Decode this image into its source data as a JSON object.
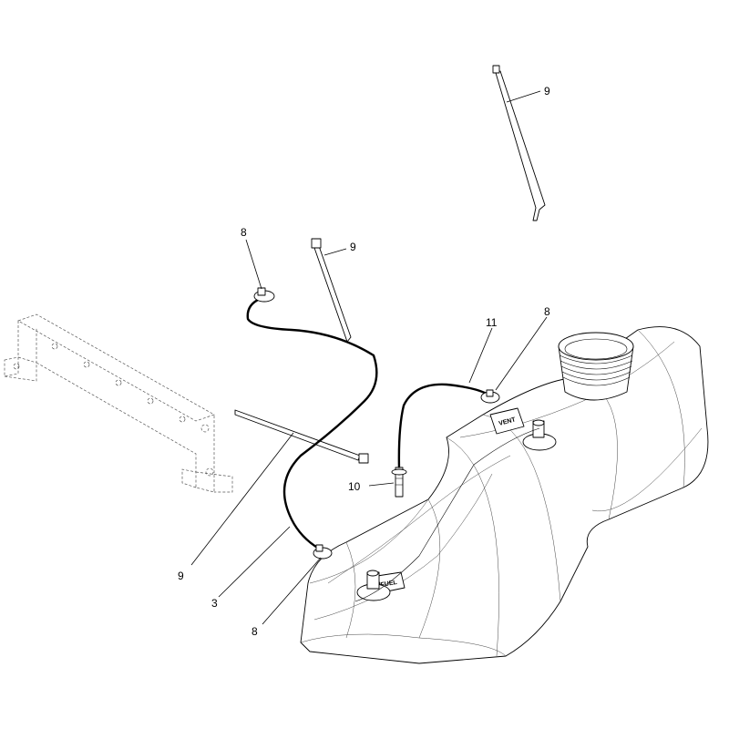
{
  "callouts": {
    "c9_top": "9",
    "c8_upper_left": "8",
    "c9_mid": "9",
    "c11": "11",
    "c8_right": "8",
    "c10": "10",
    "c9_lower": "9",
    "c3": "3",
    "c8_bottom": "8"
  },
  "stamps": {
    "vent": "VENT",
    "fuel": "FUEL"
  }
}
